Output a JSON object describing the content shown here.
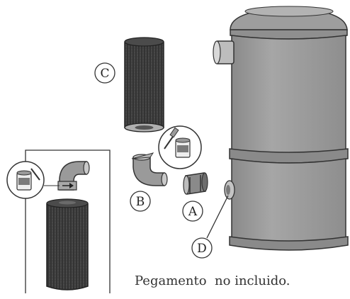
{
  "labels": {
    "a": "A",
    "b": "B",
    "c": "C",
    "d": "D"
  },
  "caption": "Pegamento  no incluido.",
  "colors": {
    "vacuum_body": "#9a9a9a",
    "filter": "#3a3a3a",
    "outline": "#333333",
    "fitting": "#8c8c8c"
  }
}
